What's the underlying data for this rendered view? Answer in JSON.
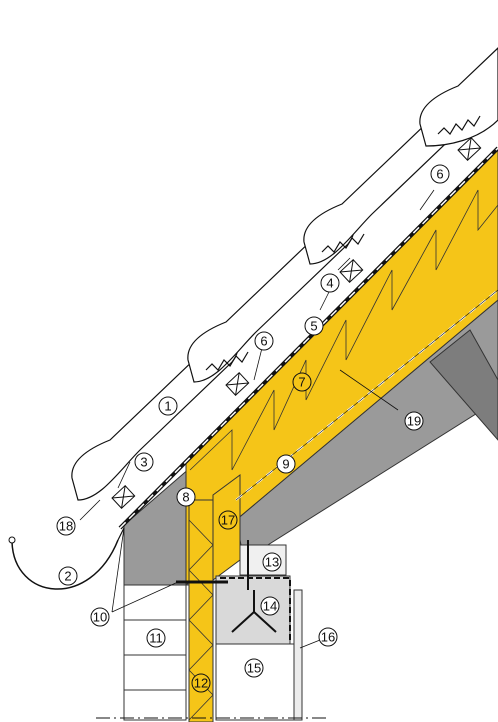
{
  "diagram": {
    "labels": [
      {
        "id": "1",
        "text": "1"
      },
      {
        "id": "2",
        "text": "2"
      },
      {
        "id": "3",
        "text": "3"
      },
      {
        "id": "4",
        "text": "4"
      },
      {
        "id": "5",
        "text": "5"
      },
      {
        "id": "6a",
        "text": "6"
      },
      {
        "id": "6b",
        "text": "6"
      },
      {
        "id": "7",
        "text": "7"
      },
      {
        "id": "8",
        "text": "8"
      },
      {
        "id": "9",
        "text": "9"
      },
      {
        "id": "10",
        "text": "10"
      },
      {
        "id": "11",
        "text": "11"
      },
      {
        "id": "12",
        "text": "12"
      },
      {
        "id": "13",
        "text": "13"
      },
      {
        "id": "14",
        "text": "14"
      },
      {
        "id": "15",
        "text": "15"
      },
      {
        "id": "16",
        "text": "16"
      },
      {
        "id": "17",
        "text": "17"
      },
      {
        "id": "18",
        "text": "18"
      },
      {
        "id": "19",
        "text": "19"
      }
    ],
    "colors": {
      "insulation": "#f5c518",
      "timber": "#9a9a9a",
      "timber_dark": "#7d7d7d",
      "concrete": "#d9d9d9",
      "line": "#111111"
    }
  }
}
